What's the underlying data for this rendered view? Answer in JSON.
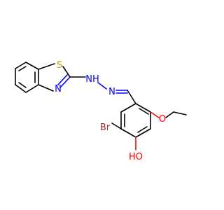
{
  "molecule": {
    "atoms": {
      "S": "S",
      "N_thiazole": "N",
      "NH": "NH",
      "N_imine": "N",
      "Br": "Br",
      "O_ether": "O",
      "OH": "HO"
    }
  },
  "colors": {
    "carbon_bond": "#000000",
    "nitrogen": "#0000ff",
    "sulfur": "#b8a000",
    "bromine": "#a52a2a",
    "oxygen": "#ff0000"
  }
}
